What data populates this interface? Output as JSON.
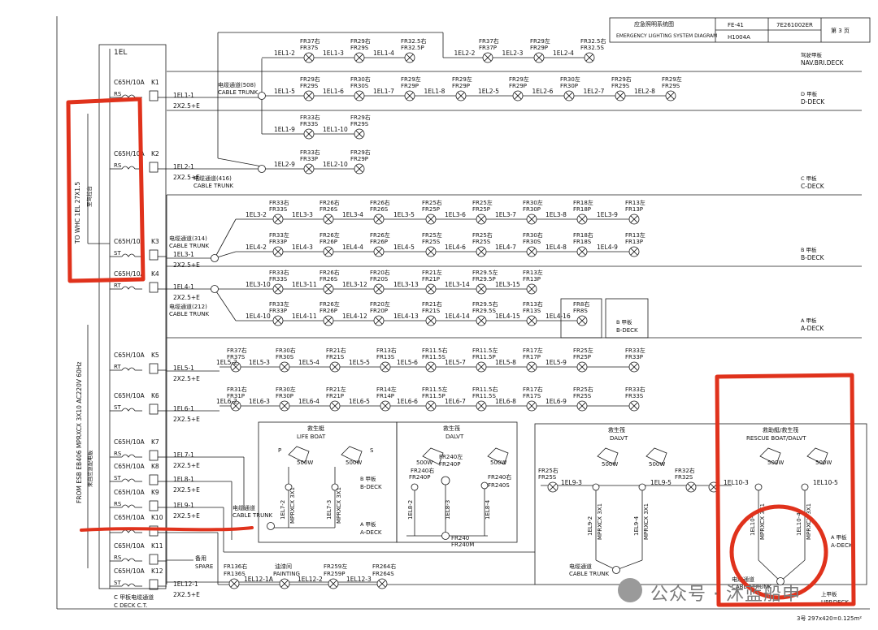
{
  "title_block": {
    "title_cn": "应急照明系统图",
    "title_en": "EMERGENCY LIGHTING SYSTEM DIAGRAM",
    "sheet_code": "FE-41",
    "drawing_no": "7E261002ER",
    "sub_no": "H1004A",
    "page": "第 3 页"
  },
  "panel": {
    "name": "1EL"
  },
  "feed_text": "FROM ESB EB406 MPRXCX 3X10 AC220V 60Hz",
  "feed_text_cn": "来自应急配电板",
  "to_text": "TO WHC 1EL 27X1.5",
  "to_text_cn": "至驾控台",
  "footer": "3号 297x420=0.125m²",
  "watermark": "公众号 · 沐蓝船申",
  "cable_tag": "2X2.5+E",
  "breakers": [
    {
      "label": "C65H/10A",
      "k": "K1",
      "phase": "RS",
      "circuit": "1EL1-1"
    },
    {
      "label": "C65H/10A",
      "k": "K2",
      "phase": "RS",
      "circuit": "1EL2-1"
    },
    {
      "label": "C65H/10A",
      "k": "K3",
      "phase": "ST",
      "circuit": "1EL3-1"
    },
    {
      "label": "C65H/10A",
      "k": "K4",
      "phase": "RT",
      "circuit": "1EL4-1"
    },
    {
      "label": "C65H/10A",
      "k": "K5",
      "phase": "RT",
      "circuit": "1EL5-1"
    },
    {
      "label": "C65H/10A",
      "k": "K6",
      "phase": "ST",
      "circuit": "1EL6-1"
    },
    {
      "label": "C65H/10A",
      "k": "K7",
      "phase": "RS",
      "circuit": "1EL7-1"
    },
    {
      "label": "C65H/10A",
      "k": "K8",
      "phase": "ST",
      "circuit": "1EL8-1"
    },
    {
      "label": "C65H/10A",
      "k": "K9",
      "phase": "RS",
      "circuit": "1EL9-1"
    },
    {
      "label": "C65H/10A",
      "k": "K10",
      "phase": "",
      "circuit": ""
    },
    {
      "label": "C65H/10A",
      "k": "K11",
      "phase": "RS",
      "circuit": ""
    },
    {
      "label": "C65H/10A",
      "k": "K12",
      "phase": "ST",
      "circuit": "1EL12-1"
    }
  ],
  "trunks": [
    {
      "t1": "电缆通道(508)",
      "t2": "CABLE TRUNK"
    },
    {
      "t1": "电缆通道(416)",
      "t2": "CABLE TRUNK"
    },
    {
      "t1": "电缆通道(314)",
      "t2": "CABLE TRUNK"
    },
    {
      "t1": "电缆通道(212)",
      "t2": "CABLE TRUNK"
    },
    {
      "t1": "电缆通道",
      "t2": "CABLE TRUNK"
    },
    {
      "t1": "电缆通道",
      "t2": "CABLE TRUNK"
    },
    {
      "t1": "电缆通道",
      "t2": "CABLE TRUNK"
    },
    {
      "t1": "C 甲板电缆通道",
      "t2": "C DECK C.T."
    }
  ],
  "decks": [
    {
      "cn": "驾驶甲板",
      "en": "NAV.BRI.DECK"
    },
    {
      "cn": "D 甲板",
      "en": "D-DECK"
    },
    {
      "cn": "C 甲板",
      "en": "C-DECK"
    },
    {
      "cn": "B 甲板",
      "en": "B-DECK"
    },
    {
      "cn": "A 甲板",
      "en": "A-DECK"
    }
  ],
  "rows": [
    {
      "segs": [
        "1EL1-2",
        "1EL1-3",
        "1EL1-4"
      ],
      "fx": [
        "FR37右",
        "FR29右",
        "FR32.5右"
      ],
      "fy": [
        "FR37S",
        "FR29S",
        "FR32.5P"
      ]
    },
    {
      "segs": [
        "1EL2-2",
        "1EL2-3",
        "1EL2-4"
      ],
      "fx": [
        "FR37右",
        "FR29左",
        "FR32.5右"
      ],
      "fy": [
        "FR37P",
        "FR29P",
        "FR32.5S"
      ]
    },
    {
      "segs": [
        "1EL1-5",
        "1EL1-6",
        "1EL1-7",
        "1EL1-8"
      ],
      "fx": [
        "FR29右",
        "FR30右",
        "FR29左",
        "FR29左"
      ],
      "fy": [
        "FR29S",
        "FR30S",
        "FR29P",
        "FR29P"
      ]
    },
    {
      "segs": [
        "1EL2-5",
        "1EL2-6",
        "1EL2-7",
        "1EL2-8"
      ],
      "fx": [
        "FR29左",
        "FR30左",
        "FR29右",
        "FR29左"
      ],
      "fy": [
        "FR29P",
        "FR30P",
        "FR29S",
        "FR29S"
      ]
    },
    {
      "segs": [
        "1EL1-9",
        "1EL1-10"
      ],
      "fx": [
        "FR33右",
        "FR29右"
      ],
      "fy": [
        "FR33S",
        "FR29S"
      ]
    },
    {
      "segs": [
        "1EL2-9",
        "1EL2-10"
      ],
      "fx": [
        "FR33右",
        "FR29右"
      ],
      "fy": [
        "FR33P",
        "FR29P"
      ]
    },
    {
      "segs": [
        "1EL3-2",
        "1EL3-3",
        "1EL3-4",
        "1EL3-5",
        "1EL3-6",
        "1EL3-7",
        "1EL3-8",
        "1EL3-9"
      ],
      "fx": [
        "FR33右",
        "FR26右",
        "FR26右",
        "FR25右",
        "FR25左",
        "FR30左",
        "FR18左",
        "FR13左"
      ],
      "fy": [
        "FR33S",
        "FR26S",
        "FR26S",
        "FR25P",
        "FR25P",
        "FR30P",
        "FR18P",
        "FR13P"
      ]
    },
    {
      "segs": [
        "1EL4-2",
        "1EL4-3",
        "1EL4-4",
        "1EL4-5",
        "1EL4-6",
        "1EL4-7",
        "1EL4-8",
        "1EL4-9"
      ],
      "fx": [
        "FR33左",
        "FR26左",
        "FR26左",
        "FR25左",
        "FR25右",
        "FR30右",
        "FR18右",
        "FR13左"
      ],
      "fy": [
        "FR33P",
        "FR26P",
        "FR26P",
        "FR25S",
        "FR25S",
        "FR30S",
        "FR18S",
        "FR13P"
      ]
    },
    {
      "segs": [
        "1EL3-10",
        "1EL3-11",
        "1EL3-12",
        "1EL3-13",
        "1EL3-14",
        "1EL3-15"
      ],
      "fx": [
        "FR33右",
        "FR26右",
        "FR20右",
        "FR21左",
        "FR29.5左",
        "FR13左"
      ],
      "fy": [
        "FR33S",
        "FR26S",
        "FR20S",
        "FR21P",
        "FR29.5P",
        "FR13P"
      ]
    },
    {
      "segs": [
        "1EL4-10",
        "1EL4-11",
        "1EL4-12",
        "1EL4-13",
        "1EL4-14",
        "1EL4-15",
        "1EL4-16"
      ],
      "fx": [
        "FR33左",
        "FR26左",
        "FR20左",
        "FR21右",
        "FR29.5右",
        "FR13右",
        "FR8右"
      ],
      "fy": [
        "FR33P",
        "FR26P",
        "FR20P",
        "FR21S",
        "FR29.5S",
        "FR13S",
        "FR8S"
      ]
    },
    {
      "segs": [
        "1EL5-2",
        "1EL5-3",
        "1EL5-4",
        "1EL5-5",
        "1EL5-6",
        "1EL5-7",
        "1EL5-8",
        "1EL5-9"
      ],
      "fx": [
        "FR37右",
        "FR30右",
        "FR21右",
        "FR13右",
        "FR11.5右",
        "FR11.5左",
        "FR17左",
        "FR25左",
        "FR33左"
      ],
      "fy": [
        "FR37S",
        "FR30S",
        "FR21S",
        "FR13S",
        "FR11.5S",
        "FR11.5P",
        "FR17P",
        "FR25P",
        "FR33P"
      ]
    },
    {
      "segs": [
        "1EL6-2",
        "1EL6-3",
        "1EL6-4",
        "1EL6-5",
        "1EL6-6",
        "1EL6-7",
        "1EL6-8",
        "1EL6-9"
      ],
      "fx": [
        "FR31右",
        "FR30左",
        "FR21左",
        "FR14左",
        "FR11.5左",
        "FR11.5右",
        "FR17右",
        "FR25右",
        "FR33右"
      ],
      "fy": [
        "FR31P",
        "FR30P",
        "FR21P",
        "FR14P",
        "FR11.5P",
        "FR11.5S",
        "FR17S",
        "FR25S",
        "FR33S"
      ]
    }
  ],
  "life_boat": {
    "cn": "救生艇",
    "en": "LIFE BOAT",
    "p": "P",
    "s": "S",
    "lamp": "500W",
    "deck": "B 甲板",
    "deck_en": "B-DECK",
    "a_deck": "A 甲板",
    "a_deck_en": "A-DECK",
    "ccts": [
      "1EL7-2",
      "1EL7-3"
    ],
    "cable": "MPRXCX 3X1"
  },
  "dalvt1": {
    "cn": "救生筏",
    "en": "DALVT",
    "lamp": "500W",
    "fr": [
      "FR240右",
      "FR240左",
      "FR240右",
      "FR240M"
    ],
    "frs": [
      "FR240P",
      "FR240P",
      "FR240S"
    ],
    "ccts": [
      "1EL8-2",
      "1EL8-3",
      "1EL8-4"
    ]
  },
  "dalvt2": {
    "cn": "救生筏",
    "en": "DALVT",
    "lamp": "500W",
    "fr": [
      "FR25右",
      "FR32右"
    ],
    "frs": [
      "FR25S",
      "FR32S"
    ],
    "ccts": [
      "1EL9-2",
      "1EL9-3",
      "1EL9-4",
      "1EL9-5"
    ],
    "cable": "MPRXCX 3X1"
  },
  "rescue": {
    "cn": "救助艇/救生筏",
    "en": "RESCUE BOAT/DALVT",
    "lamp": "500W",
    "ccts": [
      "1EL10-2",
      "1EL10-3",
      "1EL10-4",
      "1EL10-5"
    ],
    "cable": "MPRXCX 3X1",
    "deck": "A 甲板",
    "deck_en": "A-DECK",
    "upper": "上甲板",
    "upper_en": "UPP.DECK"
  },
  "spare": {
    "cn": "备用",
    "en": "SPARE"
  },
  "bottom": {
    "segs": [
      "1EL12-1A",
      "1EL12-2",
      "1EL12-3"
    ],
    "fx": [
      "FR136右",
      "FR259左",
      "FR264右"
    ],
    "fy": [
      "FR136S",
      "FR259P",
      "FR264S"
    ],
    "painting_cn": "油漆间",
    "painting_en": "PAINTING"
  },
  "highlight_color": "#e0321c"
}
